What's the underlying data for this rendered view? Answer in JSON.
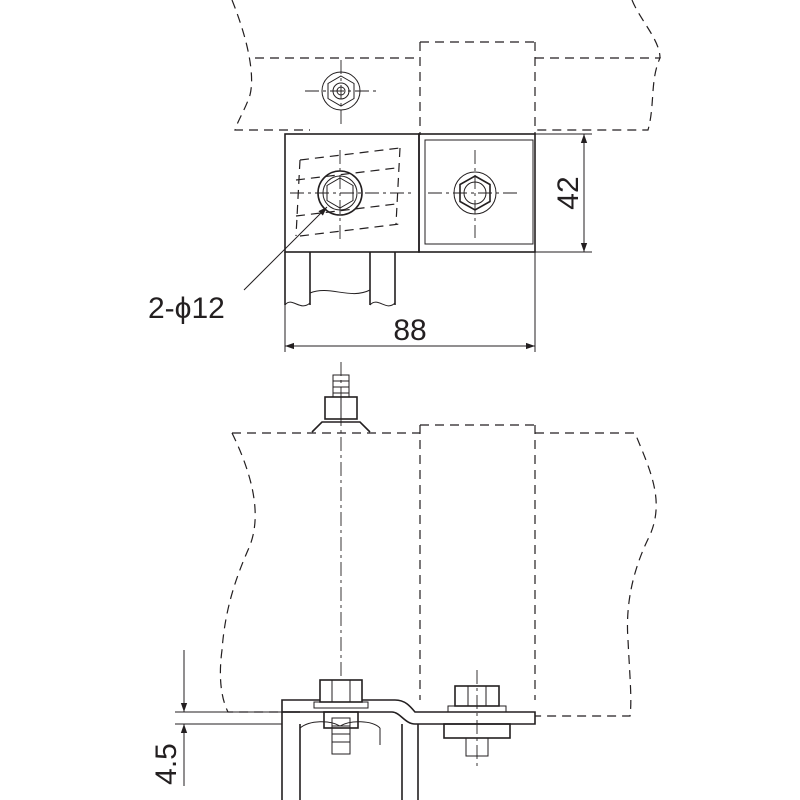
{
  "dimensions": {
    "width_label": "88",
    "height_label": "42",
    "hole_label": "2-ϕ12",
    "thickness_label": "4.5"
  },
  "colors": {
    "line": "#231f20",
    "background": "#ffffff"
  }
}
